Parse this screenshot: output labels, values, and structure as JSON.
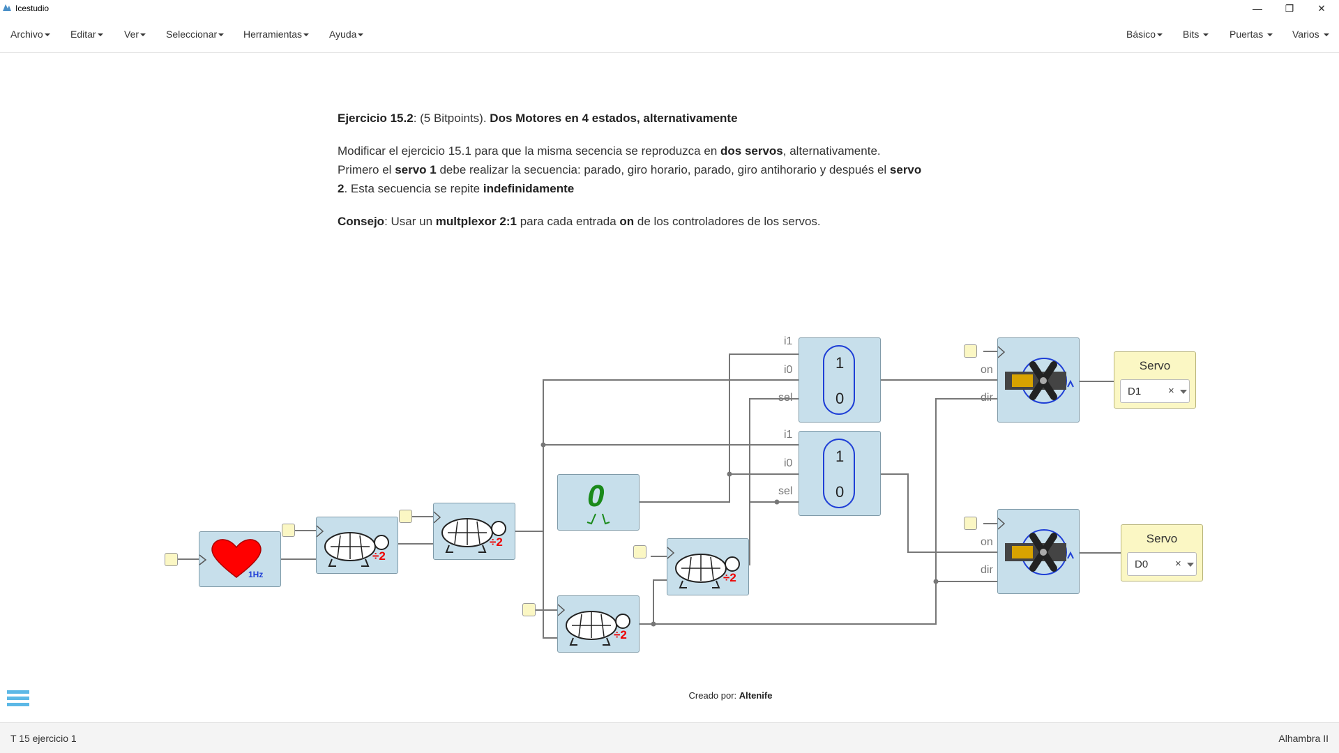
{
  "window": {
    "title": "Icestudio",
    "minimize": "—",
    "restore": "❐",
    "close": "✕"
  },
  "menu": {
    "left": [
      "Archivo",
      "Editar",
      "Ver",
      "Seleccionar",
      "Herramientas",
      "Ayuda"
    ],
    "right": [
      "Básico",
      "Bits",
      "Puertas",
      "Varios"
    ]
  },
  "description": {
    "title_bold": "Ejercicio 15.2",
    "title_mid": ": (5 Bitpoints). ",
    "title_rest": "Dos Motores en 4 estados, alternativamente",
    "p1_a": "Modificar el ejercicio 15.1 para que la misma secencia se reproduzca en ",
    "p1_b": "dos servos",
    "p1_c": ", alternativamente. Primero el ",
    "p1_d": "servo 1",
    "p1_e": " debe realizar la secuencia: parado, giro horario, parado, giro antihorario y después el ",
    "p1_f": "servo 2",
    "p1_g": ". Esta secuencia se repite ",
    "p1_h": "indefinidamente",
    "p2_a": "Consejo",
    "p2_b": ": Usar un ",
    "p2_c": "multplexor 2:1",
    "p2_d": " para cada entrada ",
    "p2_e": "on",
    "p2_f": " de los controladores de los servos."
  },
  "circuit": {
    "heart_label": "1Hz",
    "divider_label": "÷2",
    "constant_value": "0",
    "mux_top": "1",
    "mux_bottom": "0",
    "ports": {
      "i1": "i1",
      "i0": "i0",
      "sel": "sel",
      "on": "on",
      "dir": "dir"
    },
    "servo1": {
      "title": "Servo",
      "pin": "D1",
      "clear": "×"
    },
    "servo2": {
      "title": "Servo",
      "pin": "D0",
      "clear": "×"
    }
  },
  "footer": {
    "credit_label": "Creado por:",
    "credit_name": "Altenife"
  },
  "status": {
    "left": "T 15 ejercicio 1",
    "right": "Alhambra II"
  },
  "colors": {
    "block": "#c7dfeb",
    "wire": "#777777",
    "input_pin": "#fbf7c4",
    "heart": "#ff0000",
    "constant": "#1a8a1a",
    "mux": "#1f3fd6",
    "accent": "#5cb8e6"
  }
}
